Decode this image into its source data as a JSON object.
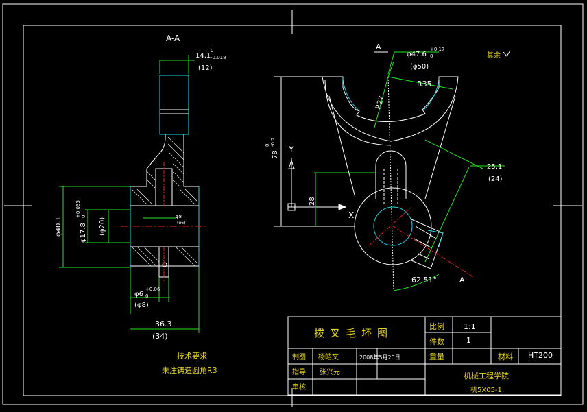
{
  "section_label": "A-A",
  "dims_left": {
    "top_width": "14.1",
    "top_width_tol_upper": "0",
    "top_width_tol_lower": "-0.018",
    "top_width_nominal": "(12)",
    "outer_dia": "φ40.1",
    "bore_dia": "φ17.8",
    "bore_tol_upper": "+0.035",
    "bore_tol_lower": "0",
    "bore_nominal": "(φ20)",
    "pin_dia": "φ8",
    "pin_note": "(φ6)",
    "small_dia": "φ6",
    "small_tol_upper": "+0.06",
    "small_tol_lower": "0",
    "small_nominal": "(φ8)",
    "width": "36.3",
    "width_nominal": "(34)"
  },
  "tech_notes": {
    "title": "技术要求",
    "line1": "未注铸造圆角R3"
  },
  "dims_right": {
    "section_marker_top": "A",
    "section_marker_bottom": "A",
    "bore_top": "φ47.6",
    "bore_top_tol_upper": "+0.17",
    "bore_top_tol_lower": "0",
    "bore_top_nominal": "(φ50)",
    "r35": "R35",
    "r27": "R27",
    "height": "78",
    "height_tol_upper": "0",
    "height_tol_lower": "-0.2",
    "y_offset": "28",
    "slot": "25.1",
    "slot_nominal": "(24)",
    "angle": "62.51°",
    "axis_y": "Y",
    "axis_x": "X",
    "roughness": "其余"
  },
  "title_block": {
    "title": "拨叉毛坯图",
    "ratio_label": "比例",
    "ratio_value": "1:1",
    "qty_label": "件数",
    "qty_value": "1",
    "drawn_label": "制图",
    "drawn_name": "杨皓文",
    "date": "2008年5月20日",
    "weight_label": "重量",
    "material_label": "材料",
    "material_value": "HT200",
    "guide_label": "指导",
    "guide_name": "张兴元",
    "school": "机械工程学院",
    "review_label": "审核",
    "class_code": "机5X05-1"
  },
  "colors": {
    "line": "#ffffff",
    "dimension": "#22e622",
    "outline_thick": "#1fd6e6",
    "centerline": "#e62020",
    "text": "#e6d21f"
  }
}
